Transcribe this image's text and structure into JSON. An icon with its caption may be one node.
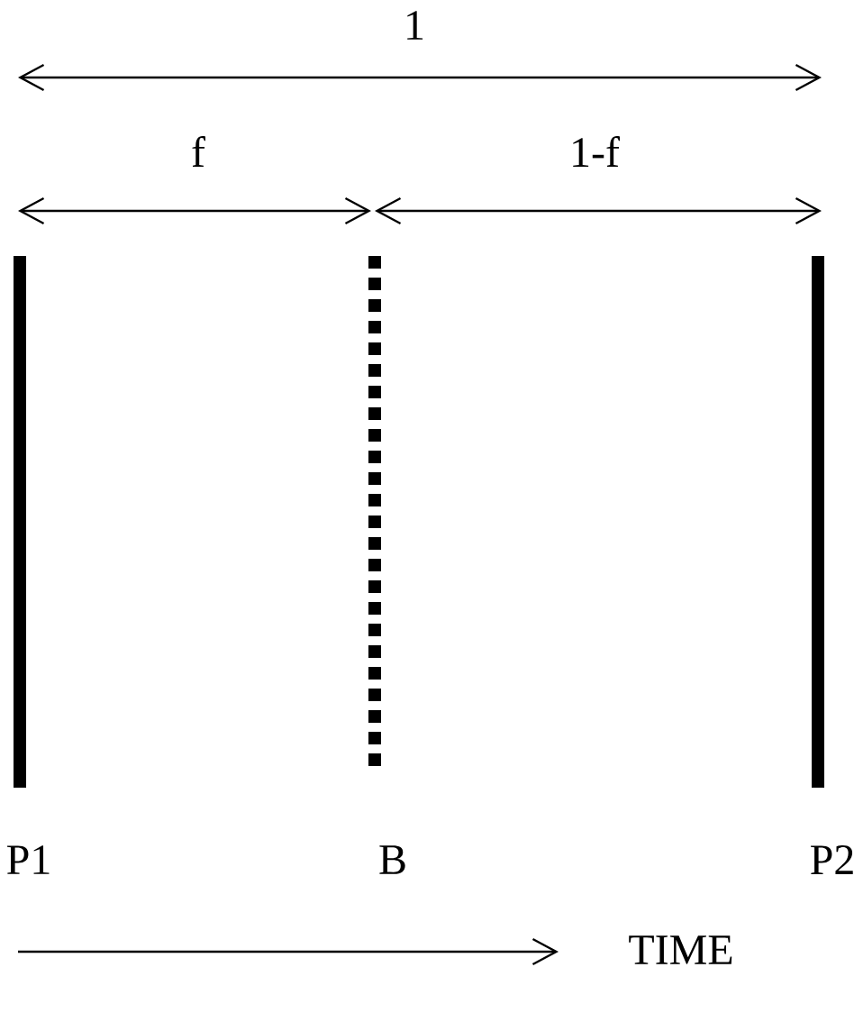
{
  "diagram": {
    "labels": [
      "1",
      "f",
      "1-f",
      "P1",
      "B",
      "P2",
      "TIME"
    ]
  }
}
